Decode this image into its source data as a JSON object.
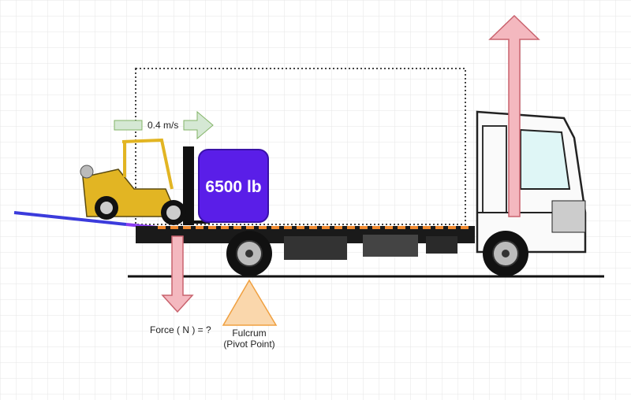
{
  "velocity_label": "0.4 m/s",
  "load_label": "6500 lb",
  "force_label": "Force ( N ) = ?",
  "fulcrum_label": "Fulcrum",
  "fulcrum_sub_label": "(Pivot Point)",
  "colors": {
    "load_box": "#5a1ee8",
    "force_arrow": "#f4b8bf",
    "force_arrow_stroke": "#c9636e",
    "velocity_arrow": "#d5e8d4",
    "velocity_arrow_stroke": "#82b366",
    "fulcrum": "#fad7ac",
    "fulcrum_stroke": "#f0a040",
    "forklift": "#e2b523",
    "ramp": "#3b3bdc"
  }
}
